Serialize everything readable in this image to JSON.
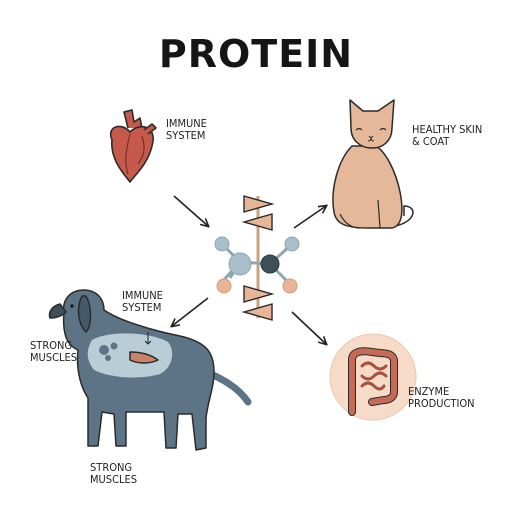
{
  "title": "PROTEIN",
  "labels": {
    "heart": [
      "IMMUNE",
      "SYSTEM"
    ],
    "cat": [
      "HEALTHY SKIN",
      "& COAT"
    ],
    "dog_top": [
      "IMMUNE",
      "SYSTEM"
    ],
    "dog_left": [
      "STRONG",
      "MUSCLES"
    ],
    "dog_bottom": [
      "STRONG",
      "MUSCLES"
    ],
    "intestine": [
      "ENZYME",
      "PRODUCTION"
    ]
  },
  "icons": [
    "heart-icon",
    "cat-icon",
    "dog-icon",
    "intestine-icon",
    "protein-molecule-icon"
  ],
  "colors": {
    "outline": "#2b2b2b",
    "heart": "#c65a4a",
    "cat": "#e6b89a",
    "dog": "#5d7486",
    "dog_light": "#b9cdd6",
    "intestine_bg": "#f6dcc8",
    "intestine": "#c66a58",
    "molecule_blue": "#a8bec8",
    "molecule_dark": "#3e4f58",
    "molecule_peach": "#e9b597"
  }
}
